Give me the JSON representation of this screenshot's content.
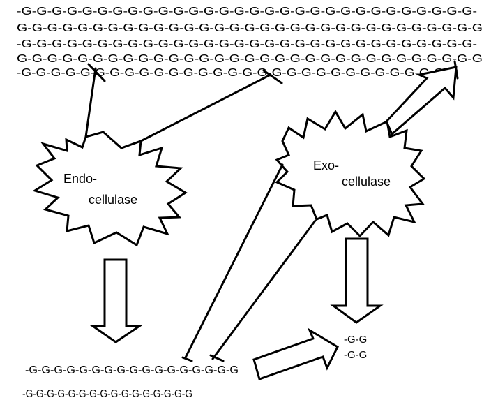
{
  "cellulose": {
    "rows": [
      "-G-G-G-G-G-G-G-G-G-G-G-G-G-G-G-G-G-G-G-G-G-G-G-G-G-G-G-G-G-G-",
      "G-G-G-G-G-G-G-G-G-G-G-G-G-G-G-G-G-G-G-G-G-G-G-G-G-G-G-G-G-G-G",
      "-G-G-G-G-G-G-G-G-G-G-G-G-G-G-G-G-G-G-G-G-G-G-G-G-G-G-G-G-G-G-",
      "G-G-G-G-G-G-G-G-G-G-G-G-G-G-G-G-G-G-G-G-G-G-G-G-G-G-G-G-G-G-G",
      "-G-G-G-G-G-G-G-G-G-G-G-G-G-G-G-G-G-G-G-G-G-G-G-G-G-G-G-G-G-G"
    ]
  },
  "enzymes": {
    "endo": {
      "line1": "Endo-",
      "line2": "cellulase"
    },
    "exo": {
      "line1": "Exo-",
      "line2": "cellulase"
    }
  },
  "products": {
    "fragments": [
      "-G-G-G-G-G-G-G-G-G-G-G-G-G-G-G-G-G",
      "-G-G-G-G-G-G-G-G-G-G-G-G-G-G-G-G"
    ],
    "cellobiose": [
      "-G-G",
      "-G-G"
    ]
  }
}
